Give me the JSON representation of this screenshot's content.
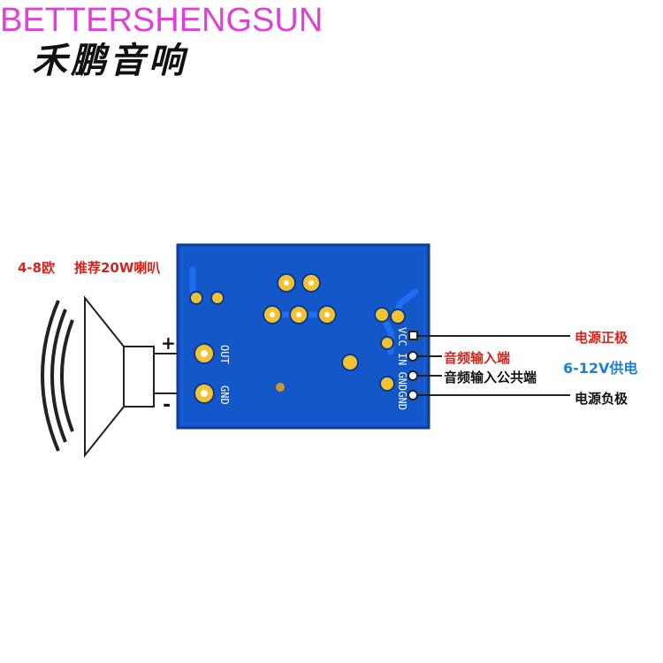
{
  "brand": {
    "name": "BETTERSHENGSUN",
    "cn_logo": "禾鹏音响"
  },
  "speaker": {
    "impedance": "4-8欧",
    "recommend": "推荐20W喇叭",
    "plus": "+",
    "minus": "-"
  },
  "board": {
    "out_label": "OUT",
    "gnd_label": "GND",
    "pin_header": "VCC IN GNDGND"
  },
  "pins": {
    "vcc": "电源正极",
    "in": "音频输入端",
    "gnd_audio": "音频输入公共端",
    "gnd_power": "电源负极",
    "supply": "6-12V供电"
  },
  "colors": {
    "board": "#1457c9",
    "pad": "#f2c230",
    "red": "#d8231b",
    "blue": "#1c7fd0",
    "brand": "#e040d8"
  }
}
